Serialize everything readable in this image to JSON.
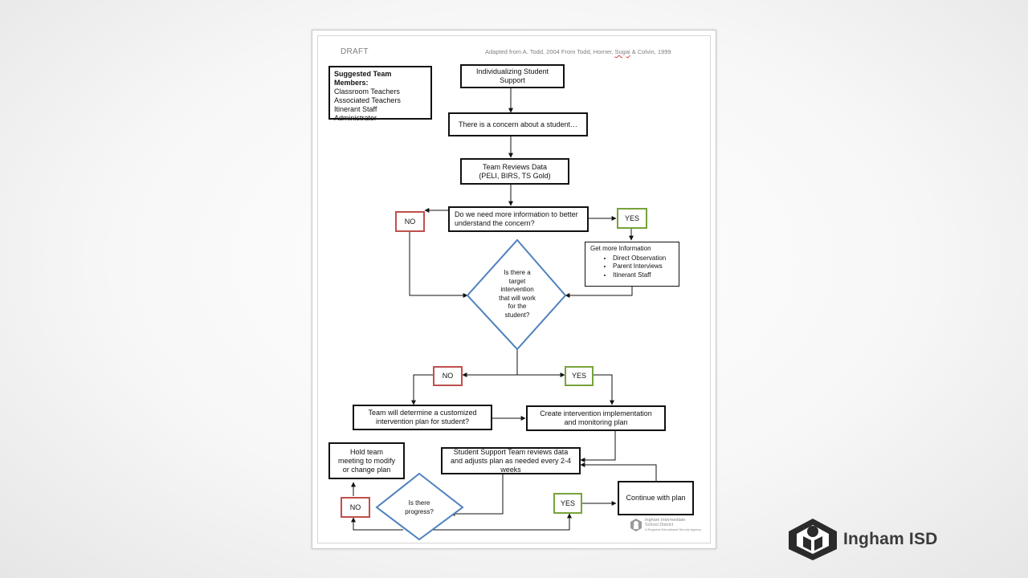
{
  "document": {
    "draft_label": "DRAFT",
    "attribution_before": "Adapted from A. Todd, 2004 From Todd, Horner, ",
    "attribution_sugai": "Sugai",
    "attribution_after": " & Colvin, 1999"
  },
  "team_members": {
    "heading": "Suggested Team Members:",
    "items": [
      "Classroom Teachers",
      "Associated Teachers",
      "Itinerant Staff",
      "Administrator"
    ]
  },
  "flowchart": {
    "start": "Individualizing Student Support",
    "concern": "There is a concern about a student…",
    "reviews": "Team Reviews Data (PELI, BIRS, TS Gold)",
    "need_info": "Do we need more information to better understand the concern?",
    "no_1": "NO",
    "yes_1": "YES",
    "get_more": {
      "heading": "Get more Information",
      "items": [
        "Direct Observation",
        "Parent Interviews",
        "Itinerant Staff"
      ]
    },
    "target_question": "Is there a target intervention that will work for the student?",
    "no_2": "NO",
    "yes_2": "YES",
    "customized": "Team will determine a customized intervention plan for student?",
    "create_plan": "Create intervention implementation and monitoring plan",
    "sst_reviews": "Student Support Team reviews data and adjusts plan as needed every 2-4 weeks",
    "hold_meeting": "Hold team meeting to modify or change plan",
    "progress_question": "Is there progress?",
    "no_3": "NO",
    "yes_3": "YES",
    "continue": "Continue with plan"
  },
  "footer_logo": {
    "line1": "Ingham Intermediate",
    "line2": "School District",
    "line3": "A Regional Educational Service Agency"
  },
  "brand": {
    "name": "Ingham ISD",
    "logo_icon": "ingham-isd-logo-icon"
  },
  "colors": {
    "no_border": "#c0504d",
    "yes_border": "#77a33a",
    "diamond_stroke": "#4f81bd"
  }
}
